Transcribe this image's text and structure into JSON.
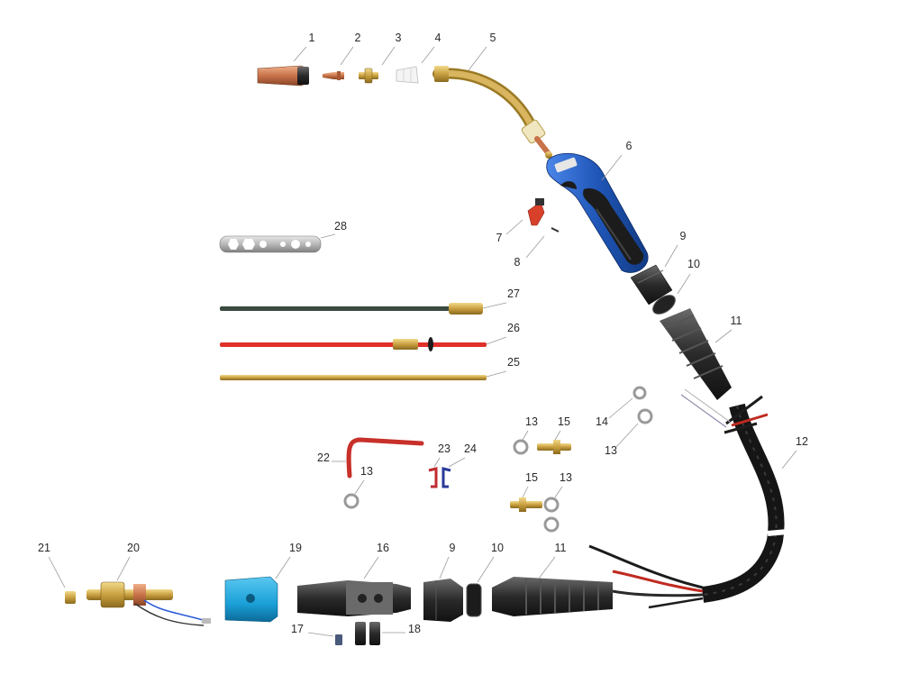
{
  "parts": [
    {
      "id": "p1",
      "label": "1"
    },
    {
      "id": "p2",
      "label": "2"
    },
    {
      "id": "p3",
      "label": "3"
    },
    {
      "id": "p4",
      "label": "4"
    },
    {
      "id": "p5",
      "label": "5"
    },
    {
      "id": "p6",
      "label": "6"
    },
    {
      "id": "p7",
      "label": "7"
    },
    {
      "id": "p8",
      "label": "8"
    },
    {
      "id": "p9a",
      "label": "9"
    },
    {
      "id": "p10a",
      "label": "10"
    },
    {
      "id": "p11a",
      "label": "11"
    },
    {
      "id": "p12",
      "label": "12"
    },
    {
      "id": "p13a",
      "label": "13"
    },
    {
      "id": "p13b",
      "label": "13"
    },
    {
      "id": "p13c",
      "label": "13"
    },
    {
      "id": "p13d",
      "label": "13"
    },
    {
      "id": "p14",
      "label": "14"
    },
    {
      "id": "p15a",
      "label": "15"
    },
    {
      "id": "p15b",
      "label": "15"
    },
    {
      "id": "p16",
      "label": "16"
    },
    {
      "id": "p17",
      "label": "17"
    },
    {
      "id": "p18",
      "label": "18"
    },
    {
      "id": "p19",
      "label": "19"
    },
    {
      "id": "p20",
      "label": "20"
    },
    {
      "id": "p21",
      "label": "21"
    },
    {
      "id": "p22",
      "label": "22"
    },
    {
      "id": "p23",
      "label": "23"
    },
    {
      "id": "p24",
      "label": "24"
    },
    {
      "id": "p25",
      "label": "25"
    },
    {
      "id": "p26",
      "label": "26"
    },
    {
      "id": "p27",
      "label": "27"
    },
    {
      "id": "p28",
      "label": "28"
    },
    {
      "id": "p9b",
      "label": "9"
    },
    {
      "id": "p10b",
      "label": "10"
    },
    {
      "id": "p11b",
      "label": "11"
    }
  ],
  "colors": {
    "handle_blue": "#1f56b8",
    "grip_black": "#1c1c1c",
    "brass": "#c9a040",
    "copper": "#c8734a",
    "liner_red": "#e0302a",
    "liner_steel": "#3a4a40",
    "connector_cyan": "#1aa0d8",
    "leader_gray": "#9a9a9a"
  }
}
